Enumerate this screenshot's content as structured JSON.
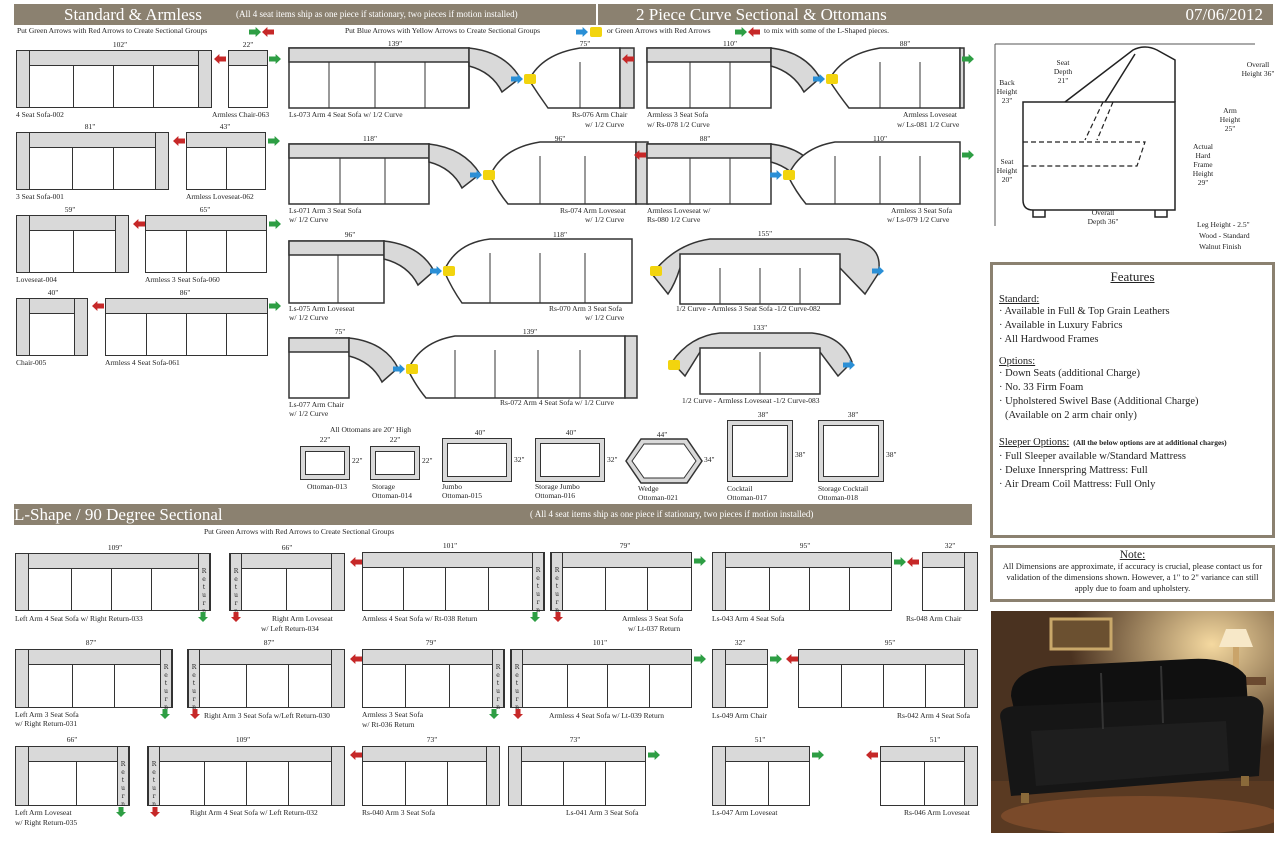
{
  "header": {
    "standard_title": "Standard & Armless",
    "standard_sub": "(All 4 seat items ship as one piece if stationary, two pieces if motion installed)",
    "curve_title": "2 Piece Curve Sectional & Ottomans",
    "date": "07/06/2012",
    "lshape_title": "L-Shape / 90 Degree Sectional",
    "lshape_sub": "( All 4 seat items ship as one piece if stationary, two pieces if motion installed)"
  },
  "instructions": {
    "standard": "Put Green Arrows with Red Arrows to Create Sectional Groups",
    "curve_a": "Put Blue Arrows with Yellow Arrows to Create Sectional Groups",
    "curve_b": "or Green Arrows with Red Arrows",
    "curve_c": "to mix with some of the L-Shaped pieces.",
    "lshape": "Put Green Arrows with Red Arrows to Create Sectional Groups",
    "ottoman_note": "All Ottomans are 20\" High"
  },
  "standard_items": [
    {
      "label": "4 Seat Sofa-002",
      "dim": "102\""
    },
    {
      "label": "Armless Chair-063",
      "dim": "22\""
    },
    {
      "label": "3 Seat Sofa-001",
      "dim": "81\""
    },
    {
      "label": "Armless Loveseat-062",
      "dim": "43\""
    },
    {
      "label": "Loveseat-004",
      "dim": "59\""
    },
    {
      "label": "Armless 3 Seat Sofa-060",
      "dim": "65\""
    },
    {
      "label": "Chair-005",
      "dim": "40\""
    },
    {
      "label": "Armless 4 Seat Sofa-061",
      "dim": "86\""
    }
  ],
  "curve_items": [
    {
      "label": "Ls-073 Arm 4 Seat Sofa w/ 1/2 Curve",
      "dim": "139\""
    },
    {
      "label1": "Rs-076 Arm Chair",
      "label2": "w/ 1/2 Curve",
      "dim": "75\""
    },
    {
      "label1": "Armless 3 Seat Sofa",
      "label2": "w/ Rs-078 1/2 Curve",
      "dim": "110\""
    },
    {
      "label1": "Armless Loveseat",
      "label2": "w/ Ls-081 1/2 Curve",
      "dim": "88\""
    },
    {
      "label1": "Ls-071 Arm 3 Seat Sofa",
      "label2": "w/ 1/2 Curve",
      "dim": "118\""
    },
    {
      "label1": "Rs-074 Arm Loveseat",
      "label2": "w/ 1/2 Curve",
      "dim": "96\""
    },
    {
      "label1": "Armless Loveseat w/",
      "label2": "Rs-080 1/2 Curve",
      "dim": "88\""
    },
    {
      "label1": "Armless 3 Seat Sofa",
      "label2": "w/ Ls-079 1/2 Curve",
      "dim": "110\""
    },
    {
      "label1": "Ls-075 Arm Loveseat",
      "label2": "w/ 1/2 Curve",
      "dim": "96\""
    },
    {
      "label1": "Rs-070 Arm 3 Seat Sofa",
      "label2": "w/ 1/2 Curve",
      "dim": "118\""
    },
    {
      "label": "1/2 Curve - Armless 3 Seat Sofa -1/2 Curve-082",
      "dim": "155\""
    },
    {
      "label1": "Ls-077 Arm Chair",
      "label2": "w/ 1/2 Curve",
      "dim": "75\""
    },
    {
      "label": "Rs-072 Arm 4 Seat Sofa w/ 1/2 Curve",
      "dim": "139\""
    },
    {
      "label": "1/2 Curve - Armless Loveseat -1/2 Curve-083",
      "dim": "133\""
    }
  ],
  "ottomans": [
    {
      "l1": "Ottoman-013",
      "l2": "",
      "w": "22\"",
      "d": "22\""
    },
    {
      "l1": "Storage",
      "l2": "Ottoman-014",
      "w": "22\"",
      "d": "22\""
    },
    {
      "l1": "Jumbo",
      "l2": "Ottoman-015",
      "w": "40\"",
      "d": "32\""
    },
    {
      "l1": "Storage Jumbo",
      "l2": "Ottoman-016",
      "w": "40\"",
      "d": "32\""
    },
    {
      "l1": "Wedge",
      "l2": "Ottoman-021",
      "w": "44\"",
      "d": "34\""
    },
    {
      "l1": "Cocktail",
      "l2": "Ottoman-017",
      "w": "38\"",
      "d": "38\""
    },
    {
      "l1": "Storage Cocktail",
      "l2": "Ottoman-018",
      "w": "38\"",
      "d": "38\""
    }
  ],
  "lshape_items": [
    {
      "label": "Left Arm 4 Seat Sofa w/ Right Return-033",
      "dim": "109\""
    },
    {
      "label1": "Right Arm Loveseat",
      "label2": "w/ Left Return-034",
      "dim": "66\""
    },
    {
      "label": "Armless 4 Seat Sofa w/ Rt-038 Return",
      "dim": "101\""
    },
    {
      "label1": "Armless 3 Seat Sofa",
      "label2": "w/ Lt-037 Return",
      "dim": "79\""
    },
    {
      "label": "Ls-043 Arm 4 Seat Sofa",
      "dim": "95\""
    },
    {
      "label": "Rs-048 Arm Chair",
      "dim": "32\""
    },
    {
      "label1": "Left Arm 3 Seat Sofa",
      "label2": "w/ Right Return-031",
      "dim": "87\""
    },
    {
      "label": "Right Arm 3 Seat Sofa w/Left Return-030",
      "dim": "87\""
    },
    {
      "label1": "Armless 3 Seat Sofa",
      "label2": "w/ Rt-036 Return",
      "dim": "79\""
    },
    {
      "label": "Armless 4 Seat Sofa w/ Lt-039 Return",
      "dim": "101\""
    },
    {
      "label": "Ls-049 Arm Chair",
      "dim": "32\""
    },
    {
      "label": "Rs-042 Arm 4 Seat Sofa",
      "dim": "95\""
    },
    {
      "label1": "Left Arm Loveseat",
      "label2": "w/ Right Return-035",
      "dim": "66\""
    },
    {
      "label": "Right Arm 4 Seat Sofa w/ Left Return-032",
      "dim": "109\""
    },
    {
      "label": "Rs-040 Arm 3 Seat Sofa",
      "dim": "73\""
    },
    {
      "label": "Ls-041 Arm 3 Seat Sofa",
      "dim": "73\""
    },
    {
      "label": "Ls-047 Arm Loveseat",
      "dim": "51\""
    },
    {
      "label": "Rs-046 Arm Loveseat",
      "dim": "51\""
    }
  ],
  "return_text": "Return",
  "profile": {
    "seat_depth": "Seat Depth 21\"",
    "overall_height": "Overall Height 36\"",
    "back_height": "Back Height 23\"",
    "arm_height": "Arm Height 25\"",
    "seat_height": "Seat Height 20\"",
    "actual_frame": "Actual Hard Frame Height 29\"",
    "overall_depth": "Overall Depth 36\"",
    "leg_1": "Leg Height - 2.5\"",
    "leg_2": "Wood - Standard",
    "leg_3": "Walnut Finish"
  },
  "features": {
    "title": "Features",
    "standard_h": "Standard:",
    "standard": [
      "· Available in Full & Top Grain Leathers",
      "· Available in Luxury Fabrics",
      "· All Hardwood Frames"
    ],
    "options_h": "Options:",
    "options": [
      "· Down Seats (additional Charge)",
      "· No. 33 Firm Foam",
      "· Upholstered Swivel Base (Additional Charge)",
      "  (Available on 2 arm chair only)"
    ],
    "sleeper_h": "Sleeper Options:",
    "sleeper_note": "(All the below options are at additional charges)",
    "sleeper": [
      "· Full Sleeper available w/Standard Mattress",
      "· Deluxe Innerspring Mattress: Full",
      "· Air Dream Coil Mattress: Full Only"
    ]
  },
  "note": {
    "title": "Note:",
    "text": "All Dimensions are approximate, if accuracy is crucial, please contact us for validation of the dimensions shown. However, a 1\" to 2\" variance can still apply due to foam and upholstery."
  },
  "colors": {
    "band": "#8b8170",
    "red": "#c62828",
    "green": "#2e9e44",
    "blue": "#2a8fd6",
    "yellow": "#f2d40e"
  }
}
